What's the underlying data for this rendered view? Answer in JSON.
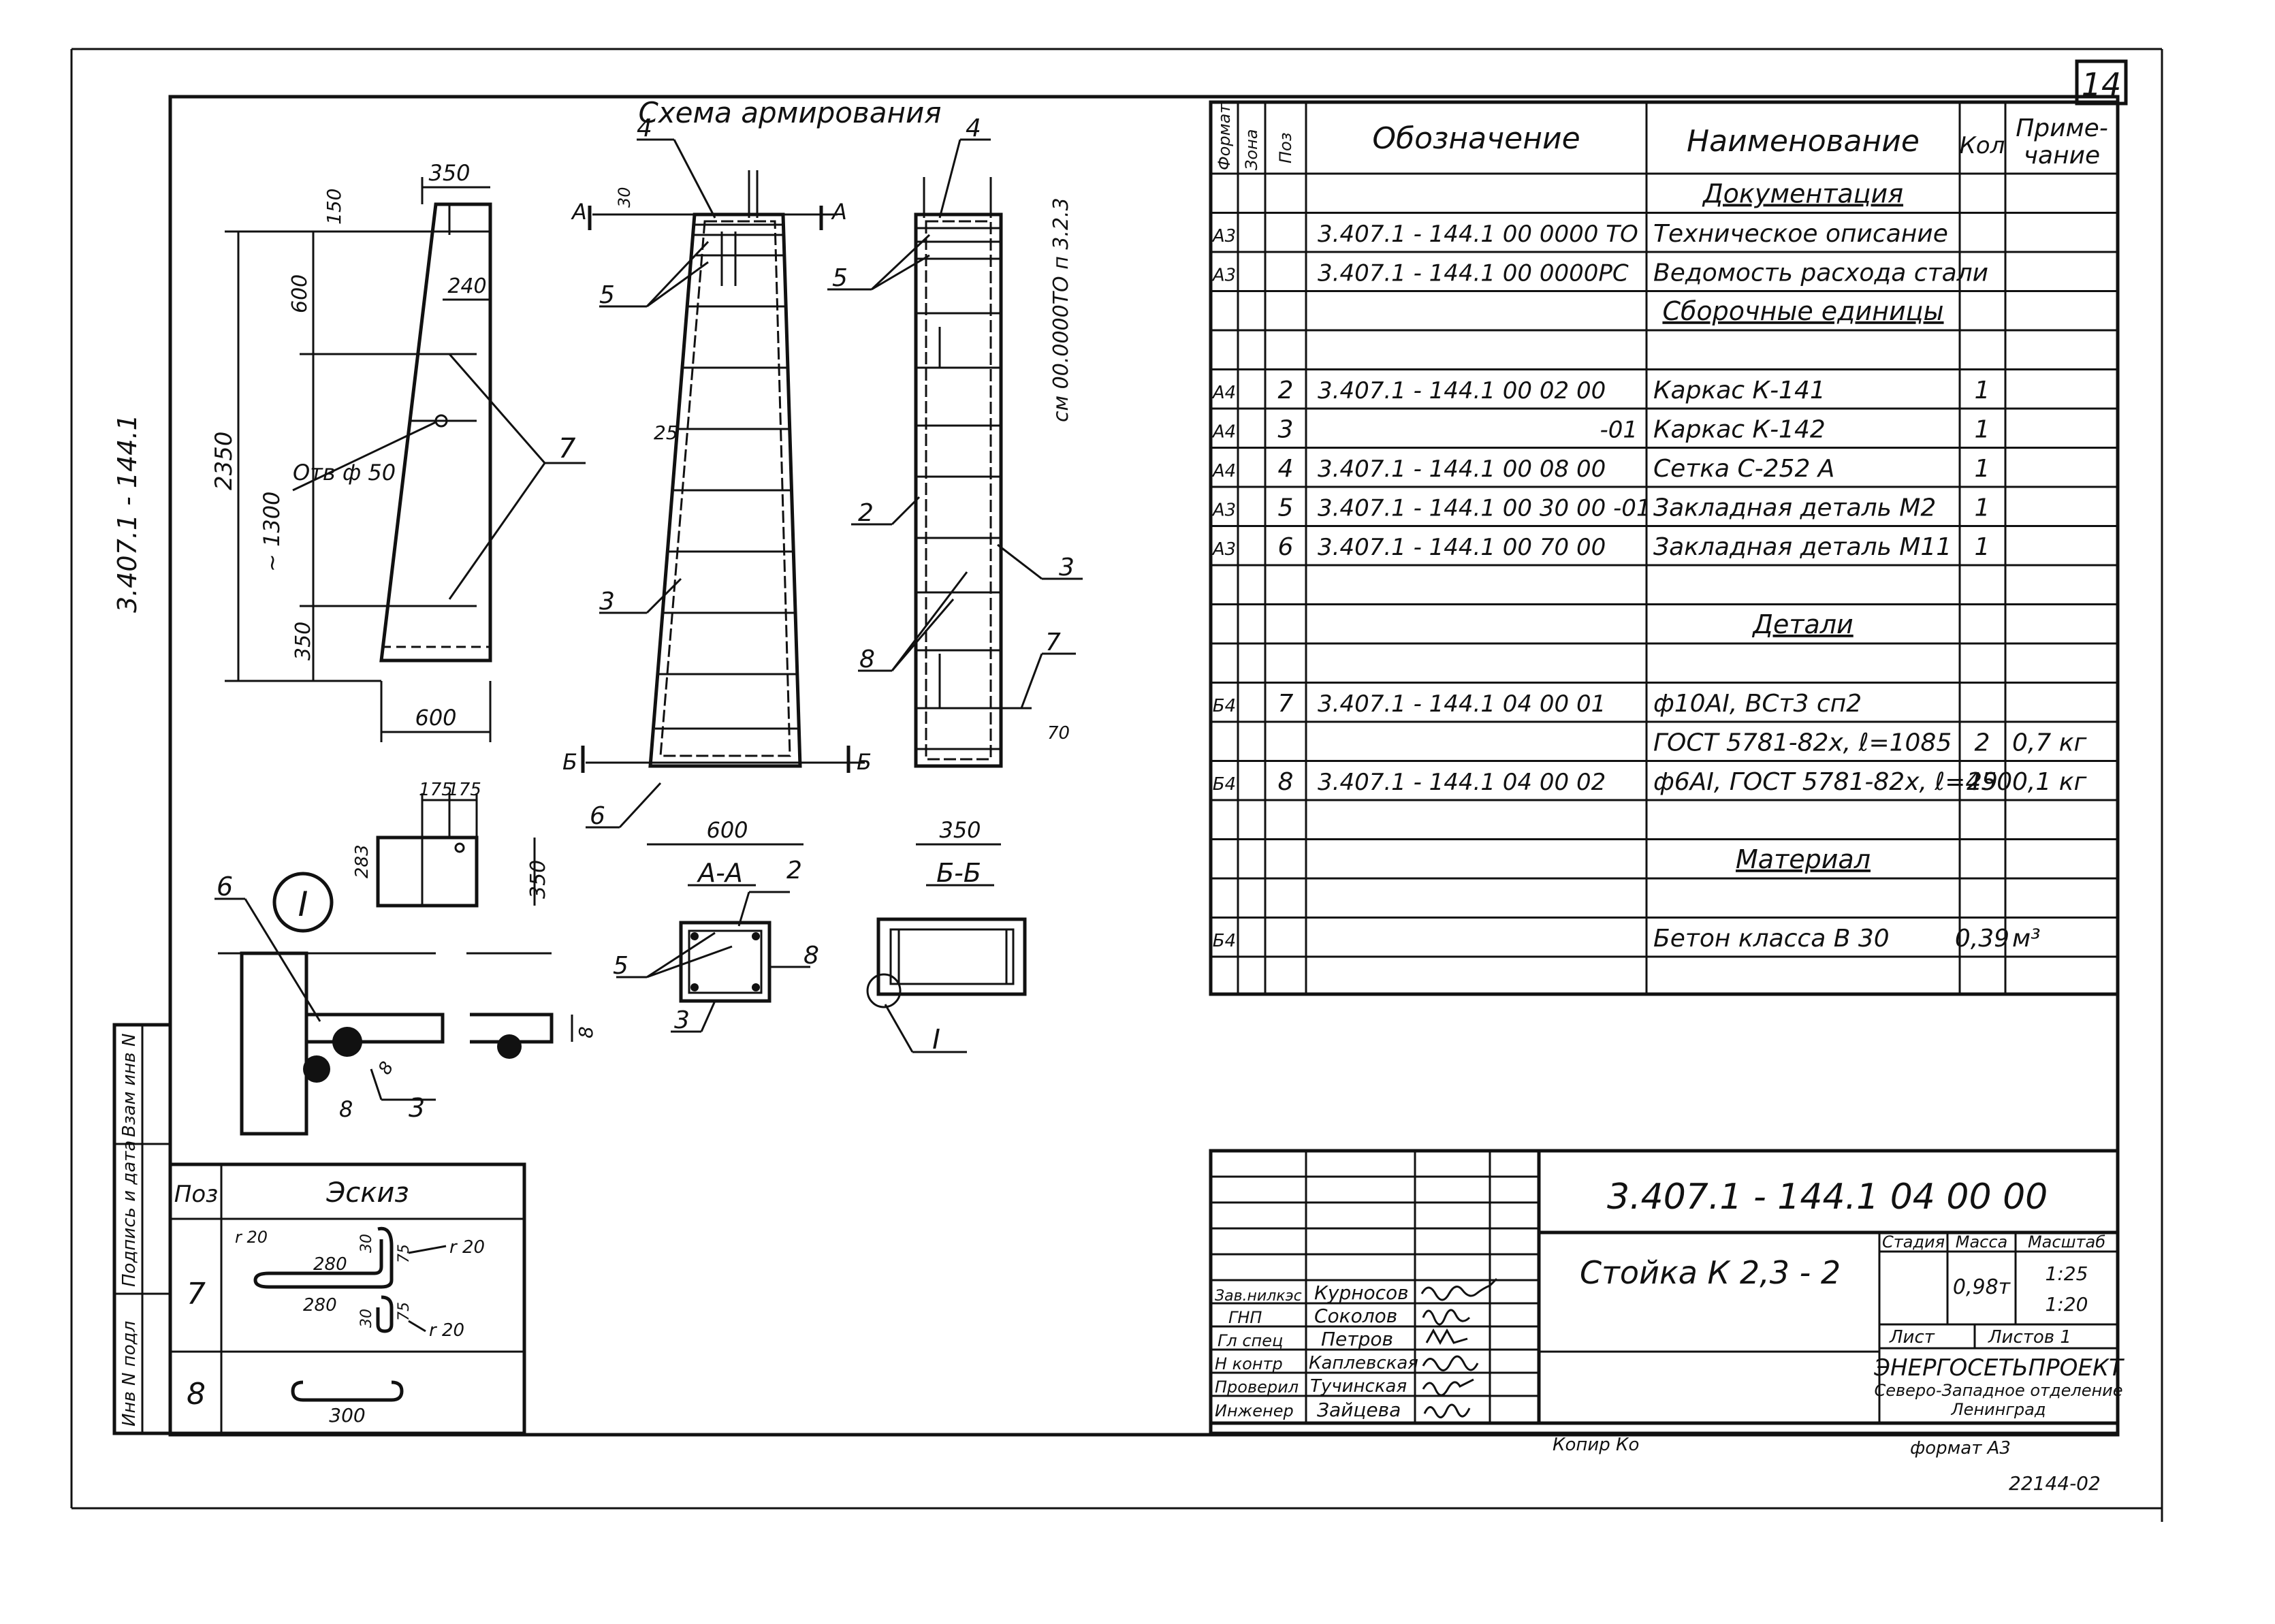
{
  "sheet": {
    "number": "14",
    "side_code": "3.407.1 - 144.1",
    "copy_note": "Копир Ко",
    "archive_no": "22144-02"
  },
  "drawing": {
    "scheme_title": "Схема армирования",
    "elevation": {
      "dims": [
        "350",
        "150",
        "240",
        "600",
        "2350",
        "~ 1300",
        "350",
        "600"
      ],
      "hole_label": "Отв ф 50",
      "callout_7": "7"
    },
    "cage_front": {
      "section_marks": [
        "А",
        "А",
        "Б",
        "Б"
      ],
      "callouts": [
        "4",
        "5",
        "3",
        "6"
      ],
      "dims": [
        "30",
        "25",
        "600"
      ],
      "caption": "А-А"
    },
    "cage_side": {
      "callouts": [
        "4",
        "5",
        "2",
        "3",
        "8",
        "7"
      ],
      "dims": [
        "70",
        "350"
      ],
      "vertical_note": "см 00.0000ТО п 3.2.3",
      "caption": "Б-Б"
    },
    "plate": {
      "dims": [
        "175",
        "175",
        "283",
        "350"
      ]
    },
    "detail_one": {
      "marker": "I",
      "callouts": [
        "6",
        "3"
      ],
      "dims": [
        "8",
        "8",
        "8"
      ]
    },
    "section_aa": {
      "callouts": [
        "2",
        "5",
        "8",
        "3"
      ]
    },
    "section_bb": {
      "callout": "I"
    }
  },
  "spec_table": {
    "headers": {
      "format": "Формат",
      "zone": "Зона",
      "pos": "Поз",
      "designation": "Обозначение",
      "name": "Наименование",
      "qty": "Кол",
      "note_line1": "Приме-",
      "note_line2": "чание"
    },
    "rows": [
      {
        "format": "",
        "pos": "",
        "designation": "",
        "name": "Документация",
        "qty": "",
        "note": "",
        "section": true
      },
      {
        "format": "А3",
        "pos": "",
        "designation": "3.407.1 - 144.1   00 0000 ТО",
        "name": "Техническое описание",
        "qty": "",
        "note": "",
        "section": false
      },
      {
        "format": "А3",
        "pos": "",
        "designation": "3.407.1 - 144.1   00 0000РС",
        "name": "Ведомость расхода стали",
        "qty": "",
        "note": "",
        "section": false
      },
      {
        "format": "",
        "pos": "",
        "designation": "",
        "name": "Сборочные   единицы",
        "qty": "",
        "note": "",
        "section": true
      },
      {
        "format": "",
        "pos": "",
        "designation": "",
        "name": "",
        "qty": "",
        "note": "",
        "section": false
      },
      {
        "format": "А4",
        "pos": "2",
        "designation": "3.407.1 - 144.1   00 02 00",
        "name": "Каркас    К-141",
        "qty": "1",
        "note": "",
        "section": false
      },
      {
        "format": "А4",
        "pos": "3",
        "designation": "-01",
        "name": "Каркас    К-142",
        "qty": "1",
        "note": "",
        "section": false
      },
      {
        "format": "А4",
        "pos": "4",
        "designation": "3.407.1 - 144.1   00 08 00",
        "name": "Сетка    С-252 А",
        "qty": "1",
        "note": "",
        "section": false
      },
      {
        "format": "А3",
        "pos": "5",
        "designation": "3.407.1 - 144.1   00 30 00 -01",
        "name": "Закладная  деталь  М2",
        "qty": "1",
        "note": "",
        "section": false
      },
      {
        "format": "А3",
        "pos": "6",
        "designation": "3.407.1 - 144.1   00 70 00",
        "name": "Закладная  деталь  М11",
        "qty": "1",
        "note": "",
        "section": false
      },
      {
        "format": "",
        "pos": "",
        "designation": "",
        "name": "",
        "qty": "",
        "note": "",
        "section": false
      },
      {
        "format": "",
        "pos": "",
        "designation": "",
        "name": "Детали",
        "qty": "",
        "note": "",
        "section": true
      },
      {
        "format": "",
        "pos": "",
        "designation": "",
        "name": "",
        "qty": "",
        "note": "",
        "section": false
      },
      {
        "format": "Б4",
        "pos": "7",
        "designation": "3.407.1 - 144.1   04 00 01",
        "name": "ф10АI, ВСт3 сп2",
        "qty": "",
        "note": "",
        "section": false
      },
      {
        "format": "",
        "pos": "",
        "designation": "",
        "name": "ГОСТ 5781-82х,   ℓ=1085",
        "qty": "2",
        "note": "0,7 кг",
        "section": false
      },
      {
        "format": "Б4",
        "pos": "8",
        "designation": "3.407.1 - 144.1   04 00 02",
        "name": "ф6АI, ГОСТ 5781-82х, ℓ=450",
        "qty": "29",
        "note": "0,1 кг",
        "section": false
      },
      {
        "format": "",
        "pos": "",
        "designation": "",
        "name": "",
        "qty": "",
        "note": "",
        "section": false
      },
      {
        "format": "",
        "pos": "",
        "designation": "",
        "name": "Материал",
        "qty": "",
        "note": "",
        "section": true
      },
      {
        "format": "",
        "pos": "",
        "designation": "",
        "name": "",
        "qty": "",
        "note": "",
        "section": false
      },
      {
        "format": "Б4",
        "pos": "",
        "designation": "",
        "name": "Бетон   класса   В 30",
        "qty": "0,39",
        "note": "м³",
        "section": false
      },
      {
        "format": "",
        "pos": "",
        "designation": "",
        "name": "",
        "qty": "",
        "note": "",
        "section": false
      }
    ]
  },
  "sketch_table": {
    "header_pos": "Поз",
    "header_sketch": "Эскиз",
    "rows": [
      {
        "pos": "7",
        "labels": [
          "r 20",
          "280",
          "30",
          "75",
          "r 20",
          "280",
          "30",
          "75",
          "r 20"
        ]
      },
      {
        "pos": "8",
        "labels": [
          "300"
        ]
      }
    ]
  },
  "margin_stamp": [
    "Инв N подл",
    "Подпись и дата",
    "Взам инв N"
  ],
  "title_block": {
    "code": "3.407.1 - 144.1   04 00 00",
    "title": "Стойка   К 2,3 - 2",
    "headers": {
      "stage": "Стадия",
      "mass": "Масса",
      "scale": "Масштаб"
    },
    "mass": "0,98т",
    "scales": [
      "1:25",
      "1:20"
    ],
    "sheet_label": "Лист",
    "sheets_label": "Листов 1",
    "org_name": "ЭНЕРГОСЕТЬПРОЕКТ",
    "org_branch": "Северо-Западное отделение",
    "org_city": "Ленинград",
    "format_label": "формат   А3",
    "staff": [
      {
        "role": "Зав.нилкэс",
        "name": "Курносов"
      },
      {
        "role": "ГНП",
        "name": "Соколов"
      },
      {
        "role": "Гл спец",
        "name": "Петров"
      },
      {
        "role": "Н контр",
        "name": "Каплевская"
      },
      {
        "role": "Проверил",
        "name": "Тучинская"
      },
      {
        "role": "Инженер",
        "name": "Зайцева"
      }
    ]
  }
}
